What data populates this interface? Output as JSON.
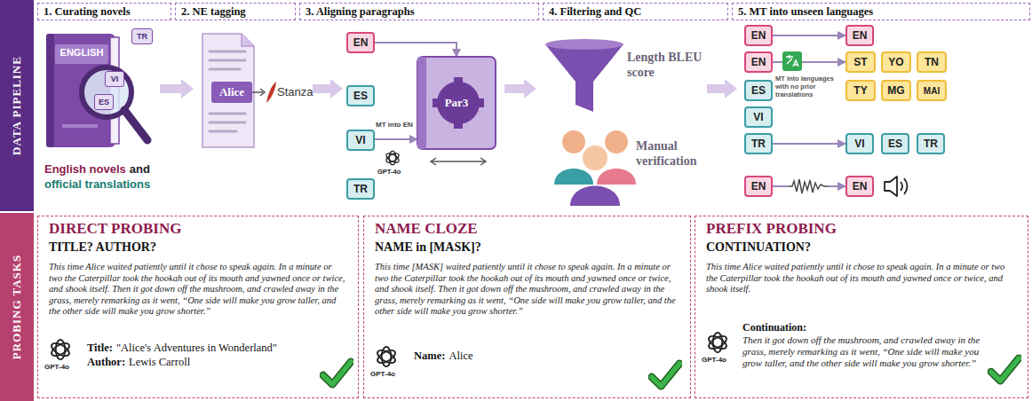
{
  "diagram": {
    "nodes": [
      {
        "text": [
          "DATA PIPELINE"
        ]
      },
      {
        "text": [
          "1. Curating novels"
        ]
      },
      {
        "text": [
          "2. NE tagging"
        ]
      },
      {
        "text": [
          "3. Aligning paragraphs"
        ]
      },
      {
        "text": [
          "4. Filtering and QC"
        ]
      },
      {
        "text": [
          "5. MT into unseen languages"
        ]
      },
      {
        "text": [
          "TR"
        ]
      },
      {
        "text": [
          "VI"
        ]
      },
      {
        "text": [
          "ES"
        ]
      },
      {
        "text": [
          "Alice"
        ]
      },
      {
        "text": [
          "EN"
        ]
      },
      {
        "text": [
          "ES"
        ]
      },
      {
        "text": [
          "VI"
        ]
      },
      {
        "text": [
          "TR"
        ]
      },
      {
        "text": [
          "Par3"
        ]
      },
      {
        "text": [
          "EN"
        ]
      },
      {
        "text": [
          "EN"
        ]
      },
      {
        "text": [
          "ES"
        ]
      },
      {
        "text": [
          "VI"
        ]
      },
      {
        "text": [
          "TR"
        ]
      },
      {
        "text": [
          "EN"
        ]
      },
      {
        "text": [
          "EN"
        ]
      },
      {
        "text": [
          "ST"
        ]
      },
      {
        "text": [
          "YO"
        ]
      },
      {
        "text": [
          "TN"
        ]
      },
      {
        "text": [
          "TY"
        ]
      },
      {
        "text": [
          "MG"
        ]
      },
      {
        "text": [
          "MAI"
        ]
      },
      {
        "text": [
          "VI"
        ]
      },
      {
        "text": [
          "ES"
        ]
      },
      {
        "text": [
          "TR"
        ]
      },
      {
        "text": [
          "EN"
        ]
      },
      {
        "text": [
          "PROBING TASKS"
        ]
      },
      {
        "text": [
          "DIRECT PROBING",
          "TITLE? AUTHOR?",
          "This time Alice waited patiently until it chose to speak again. In a minute or two the Caterpillar took the hookah out of its mouth and yawned once or twice, and shook itself. Then it got down off the mushroom, and crawled away in the grass, merely remarking as it went, “One side will make you grow taller, and the other side will make you grow shorter.”"
        ]
      },
      {
        "text": [
          "NAME CLOZE",
          "NAME in [MASK]?",
          "This time [MASK] waited patiently until it chose to speak again. In a minute or two the Caterpillar took the hookah out of its mouth and yawned once or twice, and shook itself. Then it got down off the mushroom, and crawled away in the grass, merely remarking as it went, “One side will make you grow taller, and the other side will make you grow shorter.”"
        ]
      },
      {
        "text": [
          "PREFIX PROBING",
          "CONTINUATION?",
          "This time Alice waited patiently until it chose to speak again. In a minute or two the Caterpillar took the hookah out of its mouth and yawned once or twice, and shook itself."
        ]
      }
    ],
    "edges": [
      {
        "from": 10,
        "to": 14,
        "arrow": "to"
      },
      {
        "from": 12,
        "to": 14,
        "arrow": "to"
      },
      {
        "from": 15,
        "to": 21,
        "arrow": "to"
      },
      {
        "from": 16,
        "to": 22,
        "arrow": "to"
      },
      {
        "from": 19,
        "to": 28,
        "arrow": "to"
      },
      {
        "from": 20,
        "to": 31,
        "arrow": "to"
      }
    ],
    "labels": [
      "ENGLISH",
      "English novels",
      "and",
      "official translations",
      "Stanza",
      "MT into EN",
      "GPT-4o",
      "Length BLEU score",
      "Manual verification",
      "MT into languages with no prior translations",
      "GPT-4o",
      "Title:",
      "\"Alice's Adventures in Wonderland\"",
      "Author:",
      "Lewis Carroll",
      "GPT-4o",
      "Name:",
      "Alice",
      "GPT-4o",
      "Continuation:",
      "Then it got down off the mushroom, and crawled away in the grass, merely remarking as it went, “One side will make you grow taller, and the other side will make you grow shorter.”"
    ]
  }
}
